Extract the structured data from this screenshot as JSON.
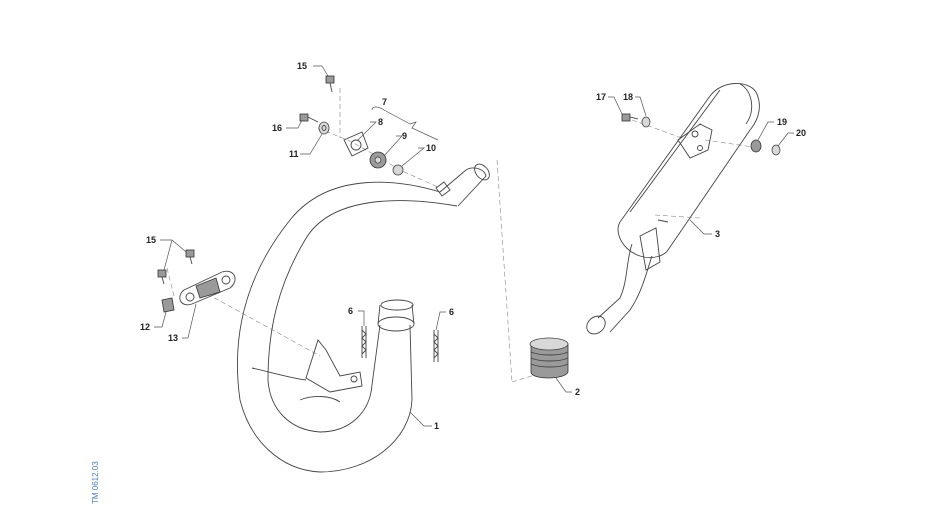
{
  "diagram": {
    "doc_code": "TM 0612.03",
    "callouts": {
      "c1": "1",
      "c2": "2",
      "c3": "3",
      "c6a": "6",
      "c6b": "6",
      "c7": "7",
      "c8": "8",
      "c9": "9",
      "c10": "10",
      "c11": "11",
      "c12": "12",
      "c13": "13",
      "c15a": "15",
      "c15b": "15",
      "c16": "16",
      "c17": "17",
      "c18": "18",
      "c19": "19",
      "c20": "20"
    }
  }
}
